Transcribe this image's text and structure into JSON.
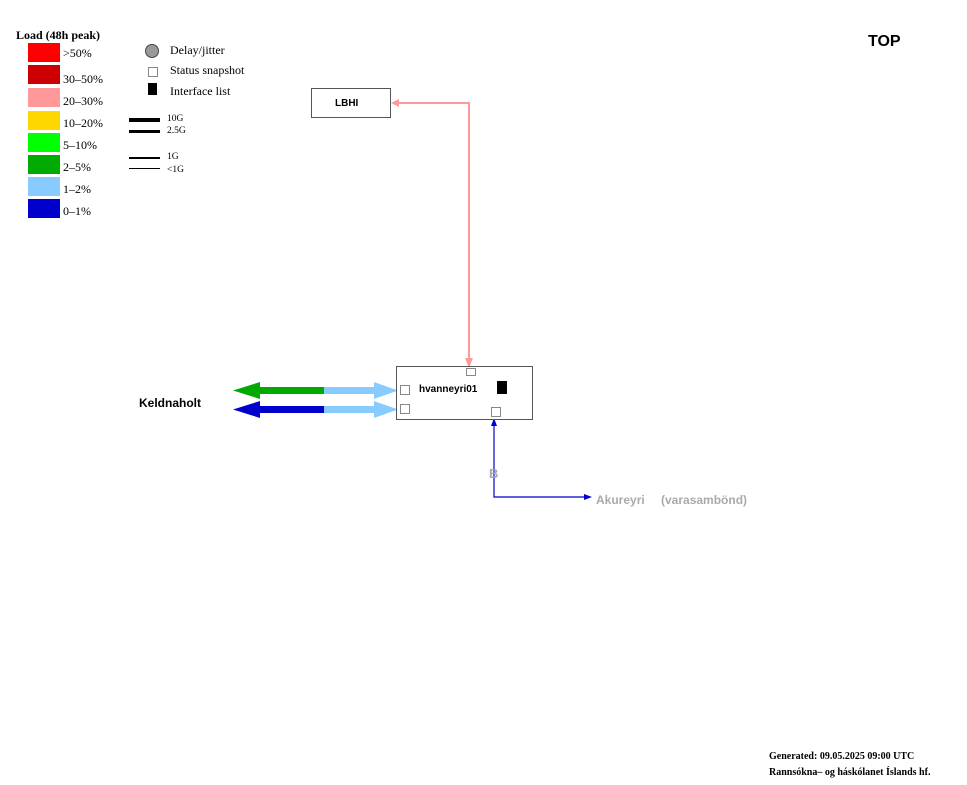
{
  "legend": {
    "title": "Load (48h peak)",
    "items": [
      {
        "label": ">50%",
        "color": "#ff0000"
      },
      {
        "label": "30–50%",
        "color": "#cc0000"
      },
      {
        "label": "20–30%",
        "color": "#ff9999"
      },
      {
        "label": "10–20%",
        "color": "#ffd700"
      },
      {
        "label": "5–10%",
        "color": "#00ff00"
      },
      {
        "label": "2–5%",
        "color": "#00aa00"
      },
      {
        "label": "1–2%",
        "color": "#88ccff"
      },
      {
        "label": "0–1%",
        "color": "#0000cc"
      }
    ],
    "symbols": {
      "delay": "Delay/jitter",
      "status": "Status snapshot",
      "interfaces": "Interface list"
    },
    "line_widths": {
      "w10g": "10G",
      "w2_5g": "2.5G",
      "w1g": "1G",
      "wlt1g": "<1G"
    }
  },
  "map": {
    "title": "TOP",
    "nodes": {
      "lbhi": "LBHI",
      "hvanneyri": "hvanneyri01"
    },
    "sites": {
      "keldnaholt": "Keldnaholt",
      "akureyri": "Akureyri",
      "varasambond": "(varasambönd)"
    },
    "backup_marker": "B",
    "link_colors": {
      "lbhi_link": "#ff9999",
      "keld_upper_out": "#00aa00",
      "keld_upper_in": "#88ccff",
      "keld_lower_out": "#0000cc",
      "keld_lower_in": "#88ccff",
      "akureyri_link": "#0000cc"
    }
  },
  "footer": {
    "generated": "Generated: 09.05.2025 09:00 UTC",
    "org": "Rannsókna– og háskólanet Íslands hf."
  }
}
